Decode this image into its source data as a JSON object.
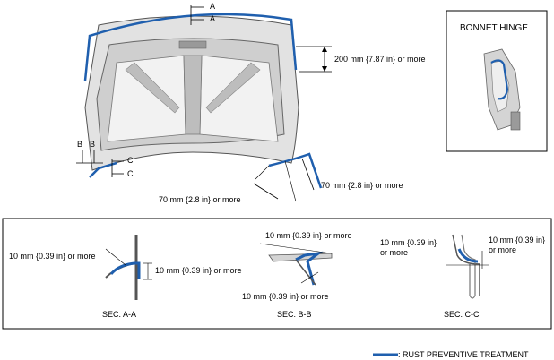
{
  "main_view": {
    "section_marker_a_top": "A",
    "section_marker_a_bottom": "A",
    "section_marker_b_left": "B",
    "section_marker_b_right": "B",
    "section_marker_c_top": "C",
    "section_marker_c_bottom": "C",
    "dim_side_top": "200 mm {7.87 in} or more",
    "dim_corner_right": "70 mm {2.8 in} or more",
    "dim_corner_bottom": "70 mm {2.8 in} or more"
  },
  "hinge_box": {
    "title": "BONNET HINGE"
  },
  "sections": {
    "a": {
      "dim_left": "10 mm {0.39 in} or more",
      "dim_right": "10 mm {0.39 in} or more",
      "caption": "SEC. A-A"
    },
    "b": {
      "dim_top": "10 mm {0.39 in} or more",
      "dim_bottom": "10 mm {0.39 in} or more",
      "caption": "SEC. B-B"
    },
    "c": {
      "dim_left_line1": "10 mm {0.39 in}",
      "dim_left_line2": "or more",
      "dim_right_line1": "10 mm {0.39 in}",
      "dim_right_line2": "or more",
      "caption": "SEC. C-C"
    }
  },
  "legend": {
    "text": ": RUST PREVENTIVE TREATMENT",
    "color": "#1f5fae"
  },
  "colors": {
    "treatment_blue": "#1f5fae",
    "panel_gray": "#d9d9d9",
    "line": "#000000"
  }
}
